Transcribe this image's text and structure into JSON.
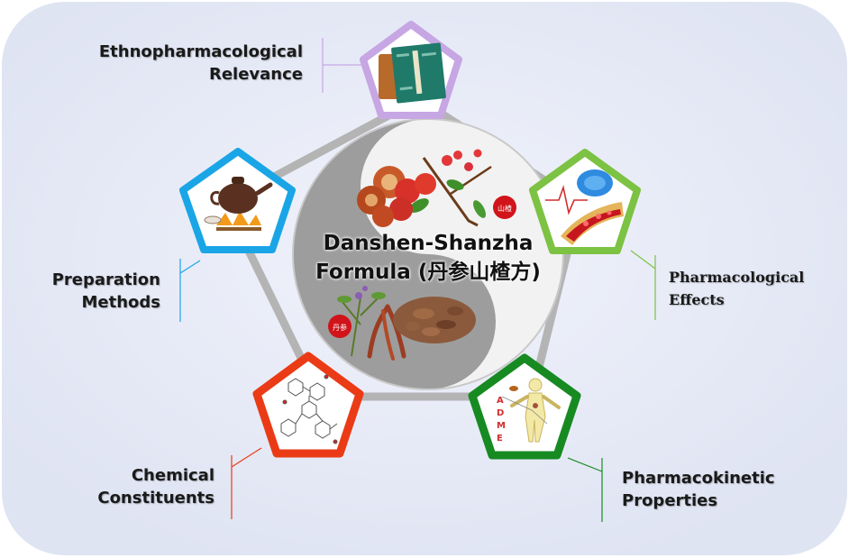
{
  "center": {
    "title_line1": "Danshen-Shanzha",
    "title_line2": "Formula (丹参山楂方)",
    "seal_shanzha": "山楂",
    "seal_danshen": "丹参"
  },
  "nodes": [
    {
      "id": "ethnopharmacological-relevance",
      "lines": [
        "Ethnopharmacological",
        "Relevance"
      ],
      "color": "#c7a6e4",
      "icon": "ancient-book-icon"
    },
    {
      "id": "preparation-methods",
      "lines": [
        "Preparation",
        "Methods"
      ],
      "color": "#1aa5e6",
      "icon": "teapot-icon"
    },
    {
      "id": "pharmacological-effects",
      "lines": [
        "Pharmacological",
        "Effects"
      ],
      "color": "#7cc243",
      "icon": "brain-heart-icon"
    },
    {
      "id": "chemical-constituents",
      "lines": [
        "Chemical",
        "Constituents"
      ],
      "color": "#ea3b16",
      "icon": "molecule-icon"
    },
    {
      "id": "pharmacokinetic-properties",
      "lines": [
        "Pharmacokinetic",
        "Properties"
      ],
      "color": "#178a22",
      "icon": "human-body-icon"
    }
  ],
  "adme": [
    "A",
    "D",
    "M",
    "E"
  ],
  "colors": {
    "background": "#e7ebf7",
    "pentagon_outline": "#b4b4b4",
    "yin": "#9d9d9d",
    "yang": "#f2f2f2",
    "seal_red": "#d0141a"
  }
}
